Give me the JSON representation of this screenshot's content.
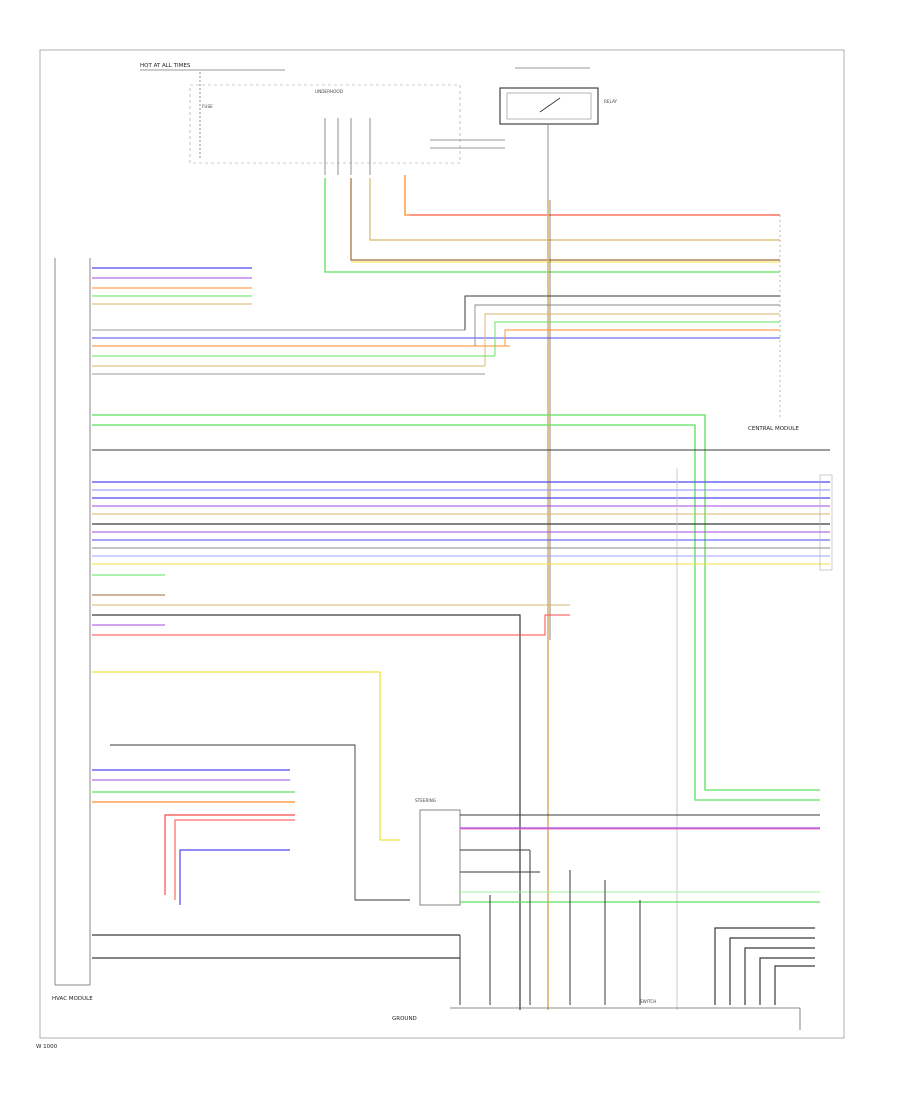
{
  "labels": {
    "top_hot": "HOT AT ALL TIMES",
    "top_box": "UNDERHOOD",
    "left_fuse": "FUSE",
    "relay_name": "RELAY",
    "left_module": "HVAC MODULE",
    "right_module": "CENTRAL MODULE",
    "bottom_component": "STEERING",
    "lower_right_component": "SWITCH",
    "ground_label": "GROUND",
    "footer_code": "W 1000"
  },
  "colors": {
    "red": "#ff4a4a",
    "orange": "#ff8c2a",
    "tan": "#d9b46c",
    "yellow": "#f0e040",
    "green": "#5ce05c",
    "blue": "#4a4af0",
    "violet": "#a04ae0",
    "gray": "#8a8a8a",
    "black": "#3a3a3a",
    "pink": "#f07ac0",
    "ltgreen": "#a0f0a0",
    "brown": "#a06a3a"
  }
}
